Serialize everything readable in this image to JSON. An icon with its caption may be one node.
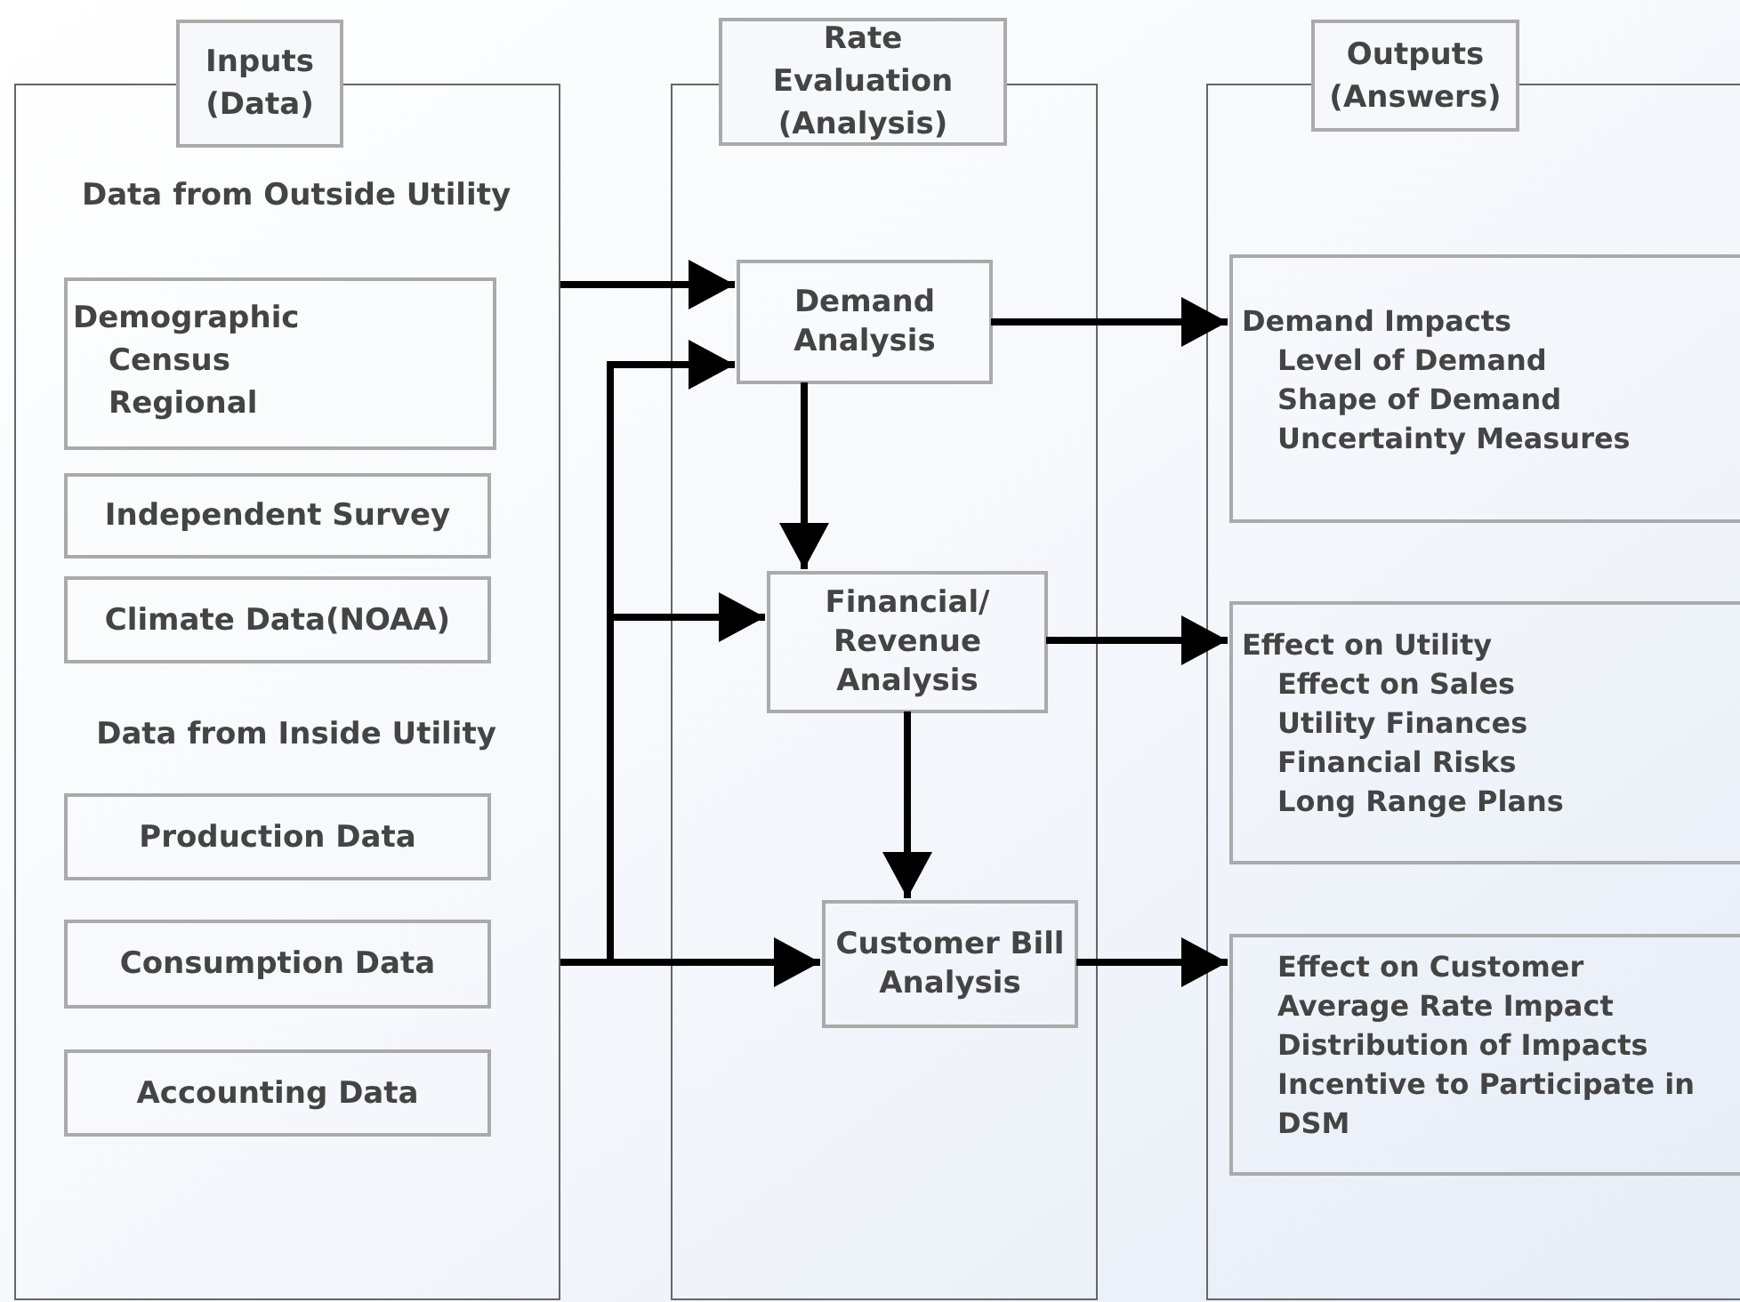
{
  "diagram": {
    "nodes": [
      {
        "text": [
          "Inputs (Data)",
          "Data from Outside Utility",
          "Data from Inside Utility"
        ]
      },
      {
        "text": [
          "Demographic",
          "Census",
          "Regional"
        ],
        "in": 0
      },
      {
        "text": [
          "Independent Survey"
        ],
        "in": 0
      },
      {
        "text": [
          "Climate Data(NOAA)"
        ],
        "in": 0
      },
      {
        "text": [
          "Production Data"
        ],
        "in": 0
      },
      {
        "text": [
          "Consumption Data"
        ],
        "in": 0
      },
      {
        "text": [
          "Accounting Data"
        ],
        "in": 0
      },
      {
        "text": [
          "Rate Evaluation (Analysis)"
        ]
      },
      {
        "text": [
          "Demand Analysis"
        ],
        "in": 7
      },
      {
        "text": [
          "Financial/ Revenue Analysis"
        ],
        "in": 7
      },
      {
        "text": [
          "Customer Bill Analysis"
        ],
        "in": 7
      },
      {
        "text": [
          "Outputs (Answers)"
        ]
      },
      {
        "text": [
          "Demand Impacts",
          "Level of Demand",
          "Shape of Demand",
          "Uncertainty Measures"
        ],
        "in": 11
      },
      {
        "text": [
          "Effect on Utility",
          "Effect on Sales",
          "Utility Finances",
          "Financial Risks",
          "Long Range Plans"
        ],
        "in": 11
      },
      {
        "text": [
          "Effect on Customer",
          "Average Rate Impact",
          "Distribution of Impacts",
          "Incentive to Participate in DSM"
        ],
        "in": 11
      }
    ],
    "edges": [
      {
        "from": 0,
        "to": 8,
        "arrow": "to"
      },
      {
        "from": 0,
        "to": 10,
        "arrow": "to"
      },
      {
        "from": 0,
        "to": 9,
        "arrow": "to"
      },
      {
        "from": 0,
        "to": 8,
        "arrow": "to"
      },
      {
        "from": 8,
        "to": 9,
        "arrow": "to"
      },
      {
        "from": 9,
        "to": 10,
        "arrow": "to"
      },
      {
        "from": 8,
        "to": 12,
        "arrow": "to"
      },
      {
        "from": 9,
        "to": 13,
        "arrow": "to"
      },
      {
        "from": 10,
        "to": 14,
        "arrow": "to"
      }
    ]
  }
}
